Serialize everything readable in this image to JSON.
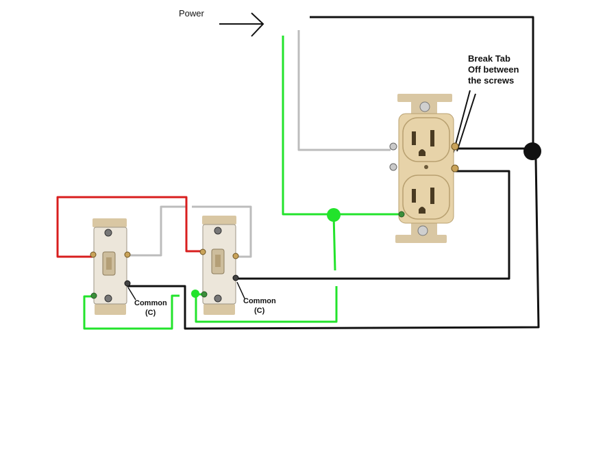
{
  "labels": {
    "power": "Power",
    "break_tab_line1": "Break Tab",
    "break_tab_line2": "Off between",
    "break_tab_line3": "the screws",
    "common_left_line1": "Common",
    "common_left_line2": "(C)",
    "common_right_line1": "Common",
    "common_right_line2": "(C)"
  },
  "wire_colors": {
    "hot": "#111111",
    "neutral": "#bcbcbc",
    "ground": "#22e32b",
    "traveler": "#d81e1e"
  },
  "device_colors": {
    "receptacle_body": "#e7d3a9",
    "receptacle_shadow": "#c9b283",
    "switch_body": "#ece6da",
    "strap": "#d9c7a3"
  }
}
